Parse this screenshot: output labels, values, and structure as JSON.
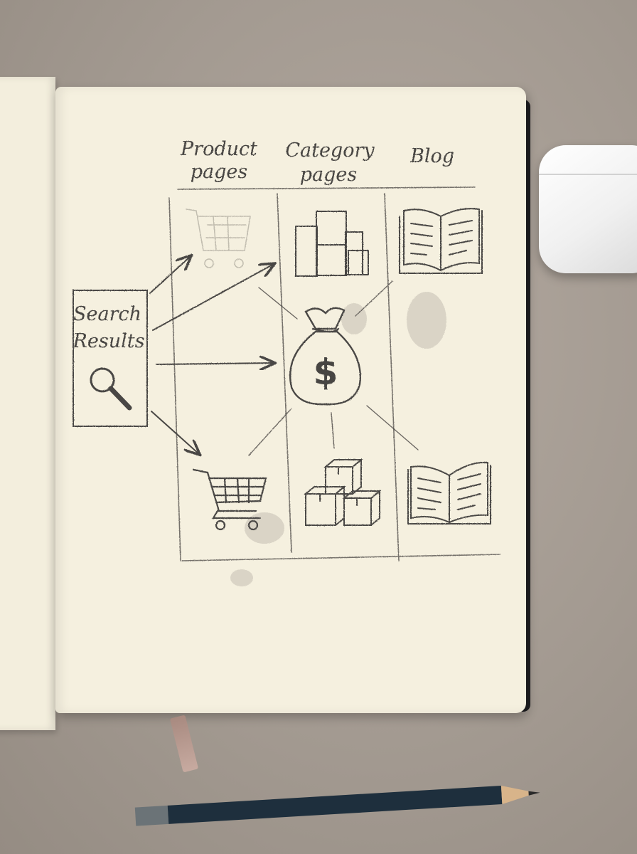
{
  "columns": [
    {
      "label_line1": "Product",
      "label_line2": "pages"
    },
    {
      "label_line1": "Category",
      "label_line2": "pages"
    },
    {
      "label_line1": "Blog",
      "label_line2": ""
    }
  ],
  "source_box": {
    "label_line1": "Search",
    "label_line2": "Results"
  },
  "center_symbol": "$",
  "icons": {
    "source": "magnifying-glass-icon",
    "center": "money-bag-icon",
    "product": "shopping-cart-icon",
    "category": "stacked-boxes-icon",
    "blog": "open-book-icon"
  },
  "colors": {
    "pencil_stroke": "#474442",
    "paper": "#f5f0df",
    "desk": "#a39a91"
  }
}
